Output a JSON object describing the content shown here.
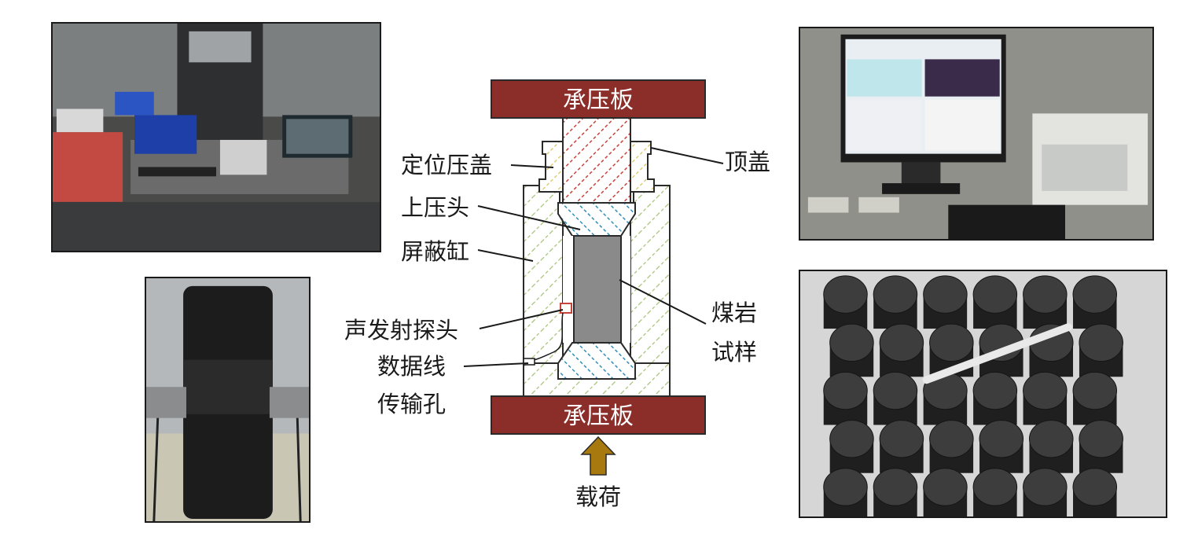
{
  "labels": {
    "plate_top": "承压板",
    "plate_bottom": "承压板",
    "positioning_cap": "定位压盖",
    "upper_indenter": "上压头",
    "shield_cylinder": "屏蔽缸",
    "ae_probe": "声发射探头",
    "data_line": "数据线",
    "transfer_hole": "传输孔",
    "top_cap": "顶盖",
    "coal_rock": "煤岩",
    "specimen": "试样",
    "load": "载荷"
  },
  "colors": {
    "plate": "#8b2e2a",
    "hatch_red": "#c8433a",
    "hatch_blue": "#2f8fb8",
    "hatch_green": "#a8c27a",
    "hatch_yellow": "#d9c35a",
    "specimen": "#8a8a8a",
    "arrow": "#a8790f"
  }
}
